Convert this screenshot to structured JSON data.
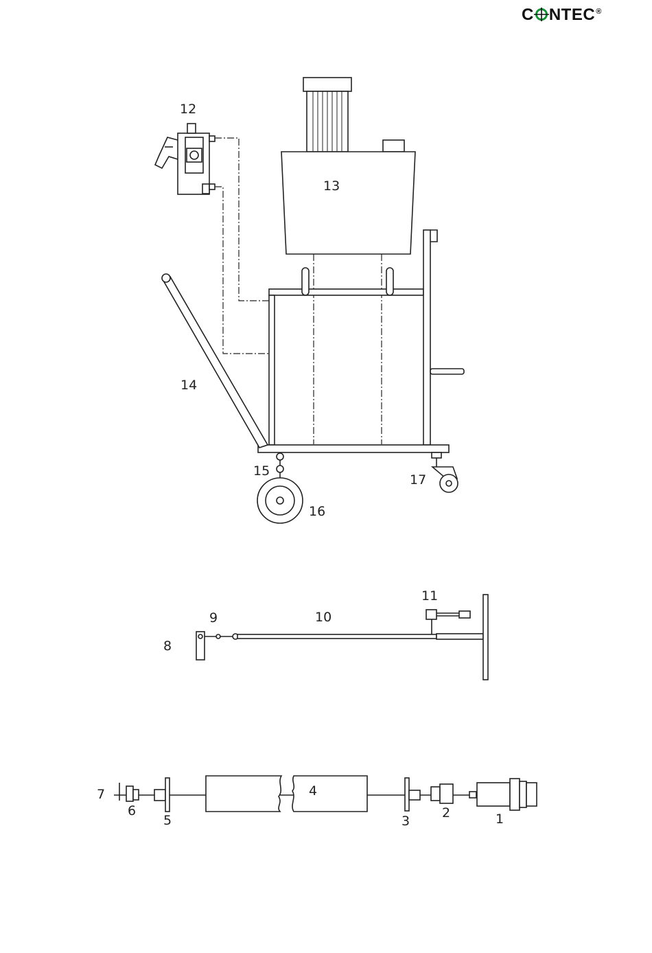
{
  "logo": {
    "text_left": "C",
    "text_right": "NTEC",
    "registered": "®",
    "accent_color": "#1a8f3a",
    "icon": "crosshair-o-icon"
  },
  "callouts": {
    "c1": "1",
    "c2": "2",
    "c3": "3",
    "c4": "4",
    "c5": "5",
    "c6": "6",
    "c7": "7",
    "c8": "8",
    "c9": "9",
    "c10": "10",
    "c11": "11",
    "c12": "12",
    "c13": "13",
    "c14": "14",
    "c15": "15",
    "c16": "16",
    "c17": "17"
  }
}
